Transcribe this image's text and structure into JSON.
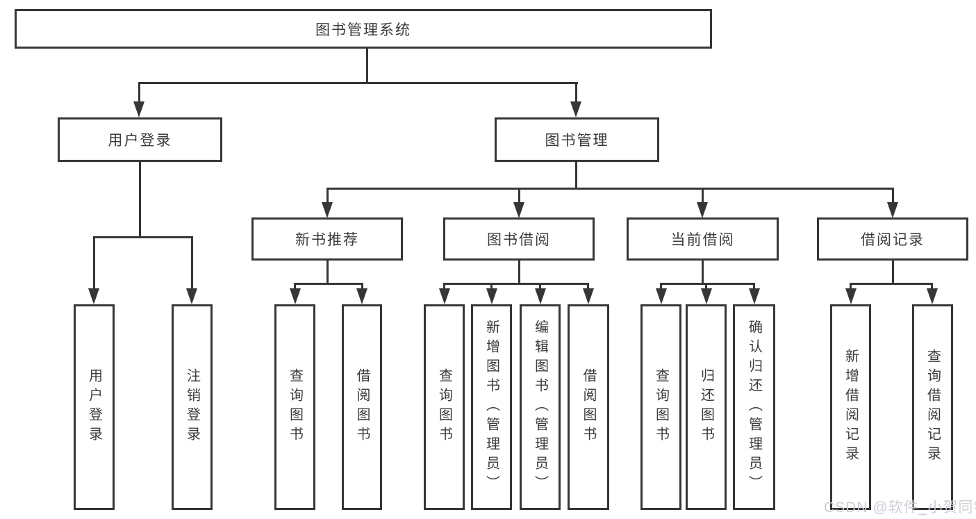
{
  "root": {
    "label": "图书管理系统"
  },
  "level2": {
    "user_login": "用户登录",
    "book_management": "图书管理"
  },
  "level3": {
    "new_book_recommend": "新书推荐",
    "book_borrow": "图书借阅",
    "current_borrow": "当前借阅",
    "borrow_record": "借阅记录"
  },
  "leaves": {
    "user_login": "用户登录",
    "logout": "注销登录",
    "nb_query_book": "查询图书",
    "nb_borrow_book": "借阅图书",
    "bb_query_book": "查询图书",
    "bb_add_book": "新增图书（管理员）",
    "bb_edit_book": "编辑图书（管理员）",
    "bb_borrow_book": "借阅图书",
    "cb_query_book": "查询图书",
    "cb_return_book": "归还图书",
    "cb_confirm_return": "确认归还（管理员）",
    "br_add_record": "新增借阅记录",
    "br_query_record": "查询借阅记录"
  },
  "watermark": "CSDN @软件_小贺同学",
  "colors": {
    "line": "#363636",
    "text": "#3b3b3b",
    "background": "#ffffff",
    "watermark": "#c9cdd4"
  }
}
